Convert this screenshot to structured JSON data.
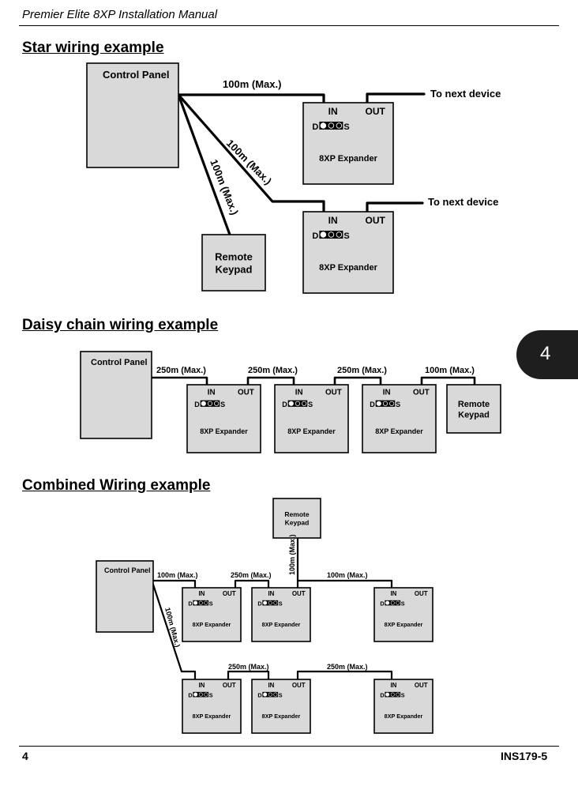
{
  "header": {
    "title": "Premier Elite 8XP Installation Manual"
  },
  "sections": {
    "star_title": "Star wiring example",
    "daisy_title": "Daisy chain wiring example",
    "combined_title": "Combined Wiring example"
  },
  "labels": {
    "control_panel": "Control Panel",
    "remote": "Remote",
    "keypad": "Keypad",
    "expander": "8XP Expander",
    "in": "IN",
    "out": "OUT",
    "d": "D",
    "s": "S",
    "to_next_device": "To next device",
    "d100": "100m (Max.)",
    "d250": "250m (Max.)"
  },
  "tab_label": "4",
  "footer": {
    "page_number": "4",
    "doc_ref": "INS179-5"
  },
  "colors": {
    "box_fill": "#d9d9d9",
    "tab_bg": "#1e1e1e"
  }
}
